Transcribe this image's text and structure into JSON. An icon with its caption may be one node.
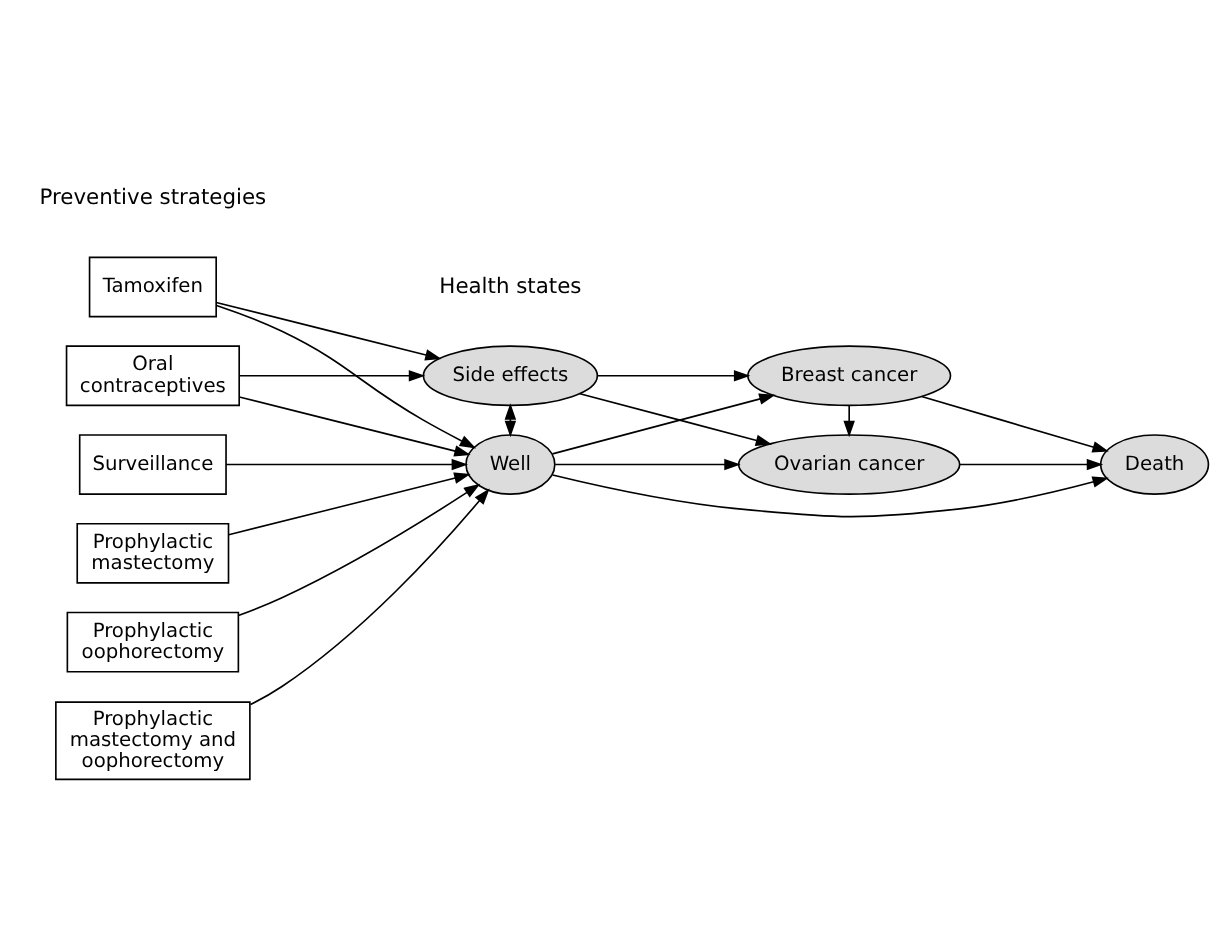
{
  "diagram": {
    "nodes": [
      {
        "text": [
          "Tamoxifen"
        ]
      },
      {
        "text": [
          "Oral contraceptives"
        ]
      },
      {
        "text": [
          "Surveillance"
        ]
      },
      {
        "text": [
          "Prophylactic mastectomy"
        ]
      },
      {
        "text": [
          "Prophylactic oophorectomy"
        ]
      },
      {
        "text": [
          "Prophylactic mastectomy and oophorectomy"
        ]
      },
      {
        "text": [
          "Side effects"
        ]
      },
      {
        "text": [
          "Well"
        ]
      },
      {
        "text": [
          "Breast cancer"
        ]
      },
      {
        "text": [
          "Ovarian cancer"
        ]
      },
      {
        "text": [
          "Death"
        ]
      }
    ],
    "edges": [
      {
        "from": 0,
        "to": 6,
        "arrow": "to"
      },
      {
        "from": 0,
        "to": 7,
        "arrow": "to"
      },
      {
        "from": 1,
        "to": 6,
        "arrow": "to"
      },
      {
        "from": 1,
        "to": 7,
        "arrow": "to"
      },
      {
        "from": 2,
        "to": 7,
        "arrow": "to"
      },
      {
        "from": 3,
        "to": 7,
        "arrow": "to"
      },
      {
        "from": 4,
        "to": 7,
        "arrow": "to"
      },
      {
        "from": 5,
        "to": 7,
        "arrow": "to"
      },
      {
        "from": 6,
        "to": 7,
        "arrow": "both"
      },
      {
        "from": 6,
        "to": 9,
        "arrow": "to"
      },
      {
        "from": 6,
        "to": 8,
        "arrow": "to"
      },
      {
        "from": 7,
        "to": 8,
        "arrow": "to"
      },
      {
        "from": 7,
        "to": 9,
        "arrow": "to"
      },
      {
        "from": 7,
        "to": 10,
        "arrow": "to"
      },
      {
        "from": 8,
        "to": 9,
        "arrow": "to"
      },
      {
        "from": 8,
        "to": 10,
        "arrow": "to"
      },
      {
        "from": 9,
        "to": 10,
        "arrow": "to"
      }
    ],
    "labels": [
      "Preventive strategies",
      "Health states"
    ]
  }
}
